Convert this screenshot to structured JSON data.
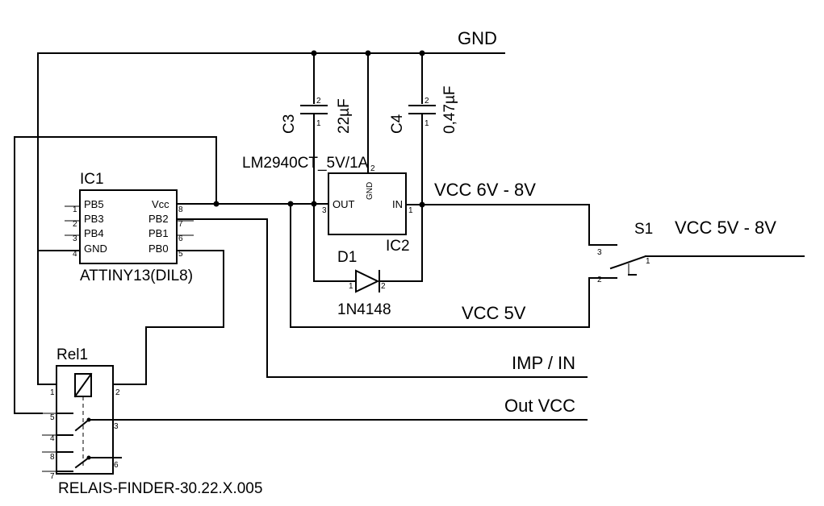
{
  "nets": {
    "gnd": "GND",
    "vcc_in": "VCC 6V - 8V",
    "vcc_switch": "VCC 5V - 8V",
    "vcc5": "VCC 5V",
    "imp_in": "IMP / IN",
    "out_vcc": "Out VCC"
  },
  "ic1": {
    "ref": "IC1",
    "part": "ATTINY13(DIL8)",
    "pins_left": [
      "PB5",
      "PB3",
      "PB4",
      "GND"
    ],
    "pins_left_nums": [
      "1",
      "2",
      "3",
      "4"
    ],
    "pins_right": [
      "Vcc",
      "PB2",
      "PB1",
      "PB0"
    ],
    "pins_right_nums": [
      "8",
      "7",
      "6",
      "5"
    ]
  },
  "ic2": {
    "ref": "IC2",
    "part": "LM2940CT_5V/1A",
    "pin_out": "OUT",
    "pin_in": "IN",
    "pin_gnd": "GND",
    "pin_out_num": "3",
    "pin_in_num": "1",
    "pin_gnd_num": "2"
  },
  "c3": {
    "ref": "C3",
    "value": "22µF",
    "pin_top": "2",
    "pin_bottom": "1"
  },
  "c4": {
    "ref": "C4",
    "value": "0,47µF",
    "pin_top": "2",
    "pin_bottom": "1"
  },
  "d1": {
    "ref": "D1",
    "part": "1N4148",
    "pin_a": "1",
    "pin_k": "2"
  },
  "s1": {
    "ref": "S1",
    "pin1": "1",
    "pin2": "2",
    "pin3": "3"
  },
  "rel1": {
    "ref": "Rel1",
    "part": "RELAIS-FINDER-30.22.X.005",
    "pins": {
      "p1": "1",
      "p2": "2",
      "p3": "3",
      "p4": "4",
      "p5": "5",
      "p6": "6",
      "p7": "7",
      "p8": "8"
    }
  }
}
